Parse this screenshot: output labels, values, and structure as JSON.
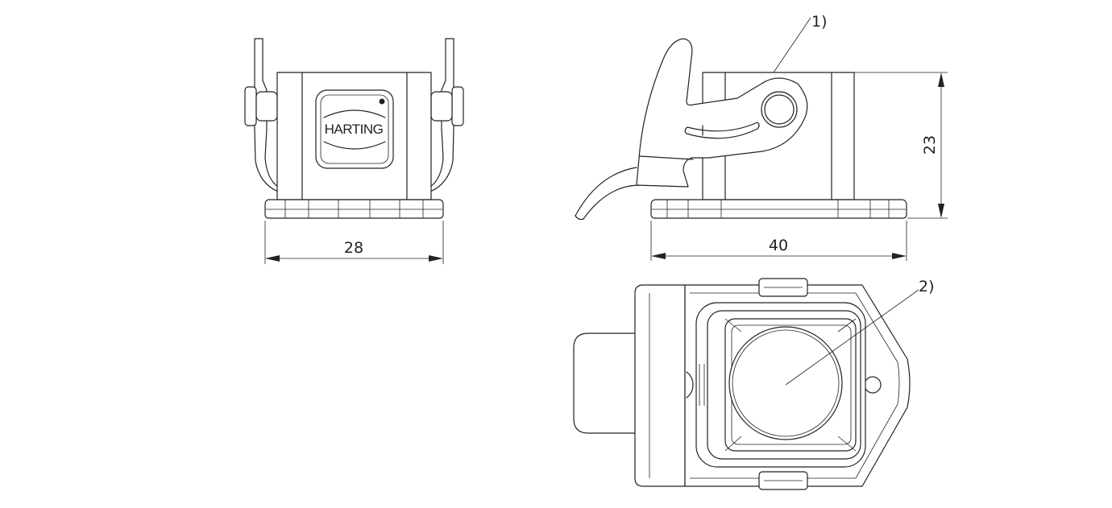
{
  "front_view": {
    "logo_text": "HARTING",
    "width_dimension": "28"
  },
  "side_view": {
    "callout_1": "1)",
    "height_dimension": "23",
    "width_dimension": "40"
  },
  "top_view": {
    "callout_2": "2)"
  },
  "colors": {
    "line": "#222222",
    "background": "#ffffff"
  }
}
